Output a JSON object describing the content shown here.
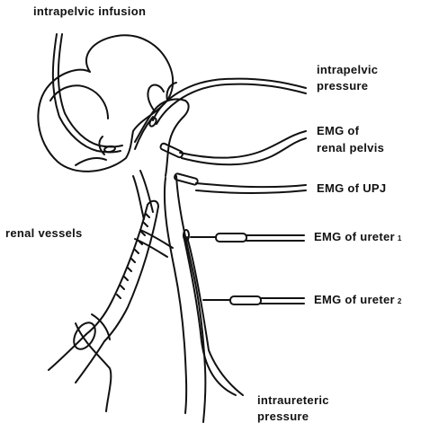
{
  "labels": {
    "intrapelvic_infusion": "intrapelvic infusion",
    "intrapelvic_pressure_line1": "intrapelvic",
    "intrapelvic_pressure_line2": "pressure",
    "emg_renal_pelvis_line1": "EMG of",
    "emg_renal_pelvis_line2": "renal pelvis",
    "emg_upj": "EMG of UPJ",
    "renal_vessels": "renal  vessels",
    "emg_ureter1": "EMG of  ureter",
    "emg_ureter1_sub": "1",
    "emg_ureter2": "EMG of  ureter",
    "emg_ureter2_sub": "2",
    "intraureteric_pressure_line1": "intraureteric",
    "intraureteric_pressure_line2": "pressure"
  }
}
